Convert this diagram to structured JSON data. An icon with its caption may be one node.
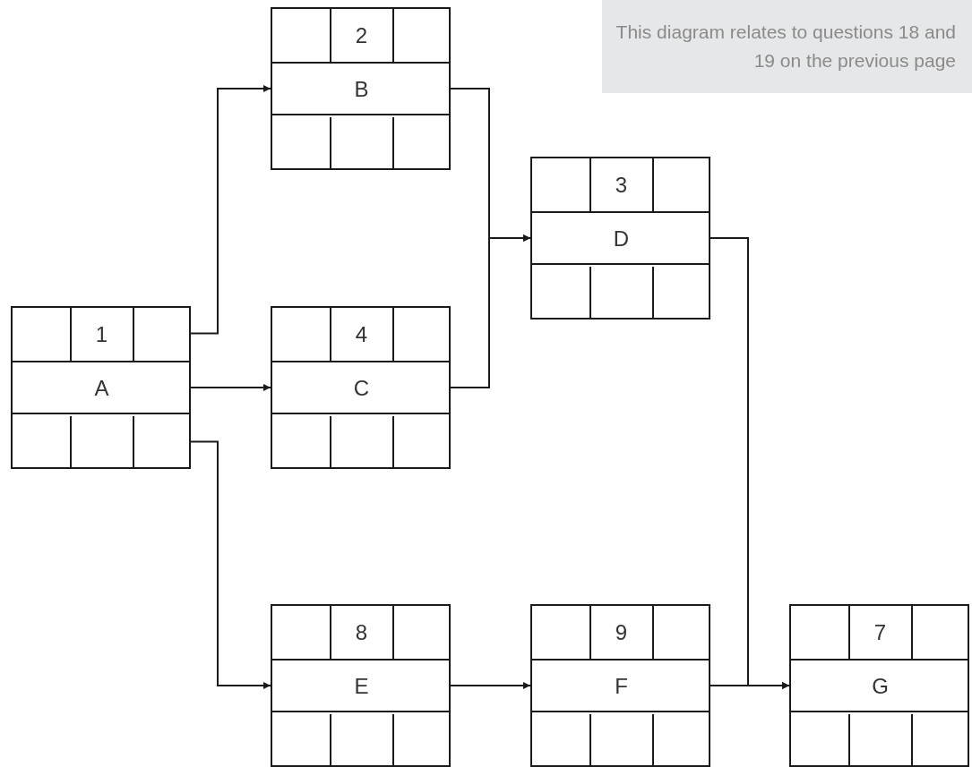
{
  "diagram": {
    "nodes": [
      {
        "text": [
          "1",
          "A"
        ]
      },
      {
        "text": [
          "2",
          "B"
        ]
      },
      {
        "text": [
          "4",
          "C"
        ]
      },
      {
        "text": [
          "3",
          "D"
        ]
      },
      {
        "text": [
          "8",
          "E"
        ]
      },
      {
        "text": [
          "9",
          "F"
        ]
      },
      {
        "text": [
          "7",
          "G"
        ]
      }
    ],
    "edges": [
      {
        "from": 0,
        "to": 1,
        "arrow": "to"
      },
      {
        "from": 0,
        "to": 2,
        "arrow": "to"
      },
      {
        "from": 0,
        "to": 4,
        "arrow": "to"
      },
      {
        "from": 1,
        "to": 3,
        "arrow": "to"
      },
      {
        "from": 2,
        "to": 3,
        "arrow": "to"
      },
      {
        "from": 3,
        "to": 6,
        "arrow": "to"
      },
      {
        "from": 4,
        "to": 5,
        "arrow": "to"
      },
      {
        "from": 5,
        "to": 6,
        "arrow": "to"
      }
    ],
    "labels": [
      "This diagram relates to questions 18 and 19 on the previous page"
    ]
  }
}
